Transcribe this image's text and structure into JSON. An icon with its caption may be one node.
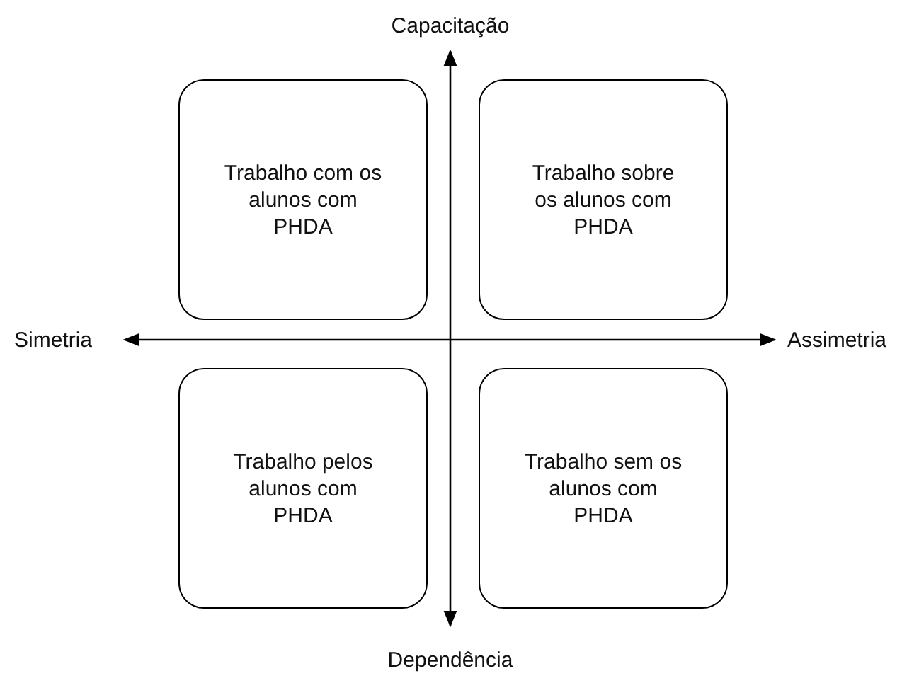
{
  "diagram": {
    "nodes": [
      {
        "text": [
          "Trabalho com os alunos com PHDA"
        ]
      },
      {
        "text": [
          "Trabalho sobre os alunos com PHDA"
        ]
      },
      {
        "text": [
          "Trabalho pelos alunos com PHDA"
        ]
      },
      {
        "text": [
          "Trabalho sem os alunos com PHDA"
        ]
      }
    ],
    "edges": [],
    "labels": [
      "Capacitação",
      "Simetria",
      "Assimetria",
      "Dependência"
    ]
  }
}
